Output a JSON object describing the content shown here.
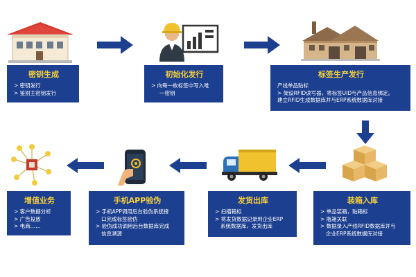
{
  "colors": {
    "box_bg": "#1d3f8f",
    "title": "#f7d03a",
    "arrow": "#1d3f8f"
  },
  "steps": [
    {
      "icon": "house-icon",
      "title": "密钥生成",
      "lines": [
        "> 密钥发行",
        "> 鉴别主密钥发行"
      ]
    },
    {
      "icon": "engineer-icon",
      "title": "初始化发行",
      "lines": [
        "> 向每一枚标签中写入唯",
        "一密钥"
      ]
    },
    {
      "icon": "factory-icon",
      "title": "标签生产发行",
      "lines": [
        "产线单品贴标",
        "> 架设RFID读写器，将标签UID与产品信息绑定。",
        "建立RFID生成数据库并与ERP系统数据库对接"
      ]
    },
    {
      "icon": "boxes-icon",
      "title": "装箱入库",
      "lines": [
        "> 单品装箱，贴箱标",
        "> 瓶箱关联",
        "> 数据录入产线RFID数据库并与",
        "企业ERP系统数据库对接"
      ]
    },
    {
      "icon": "truck-icon",
      "title": "发货出库",
      "lines": [
        "> 扫描箱标",
        "> 将发货数据记录到企业ERP",
        "系统数据库，发货出库"
      ]
    },
    {
      "icon": "phone-icon",
      "title": "手机APP验伪",
      "lines": [
        "> 手机APP调用后台验伪系统接",
        "口完成标签验伪",
        "> 验伪成功调用后台数据库完成",
        "信息溯源"
      ]
    },
    {
      "icon": "chip-network-icon",
      "title": "增值业务",
      "lines": [
        "> 客户数据分析",
        "> 广告投放",
        "> 电商……"
      ]
    }
  ]
}
